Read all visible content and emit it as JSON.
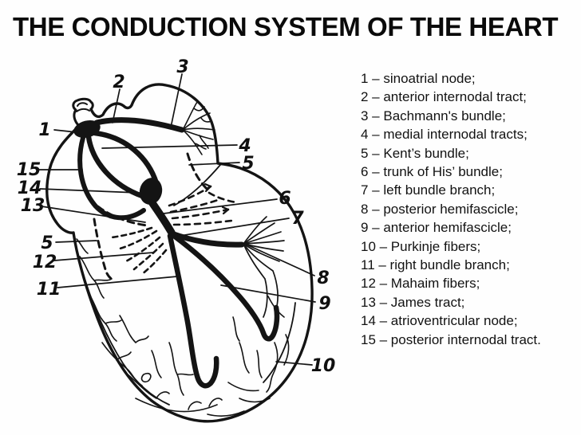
{
  "title": "THE CONDUCTION SYSTEM OF THE HEART",
  "colors": {
    "ink": "#141414",
    "background": "#fefefe",
    "text": "#111111"
  },
  "legend": {
    "items": [
      "1 – sinoatrial node;",
      "2 – anterior internodal tract;",
      "3 – Bachmann's bundle;",
      "4 – medial internodal tracts;",
      "5 – Kent’s bundle;",
      "6 – trunk of His’ bundle;",
      "7 – left bundle branch;",
      "8 – posterior hemifascicle;",
      "9 – anterior hemifascicle;",
      "10 – Purkinje fibers;",
      "11 – right bundle branch;",
      "12 – Mahaim fibers;",
      "13 – James tract;",
      "14 – atrioventricular node;",
      "15 – posterior internodal tract."
    ]
  },
  "diagram": {
    "labels": {
      "n1": "1",
      "n2": "2",
      "n3": "3",
      "n4": "4",
      "n5r": "5",
      "n6": "6",
      "n7": "7",
      "n8": "8",
      "n9": "9",
      "n10": "10",
      "n11": "11",
      "n12": "12",
      "n5l": "5",
      "n13": "13",
      "n14": "14",
      "n15": "15"
    }
  }
}
